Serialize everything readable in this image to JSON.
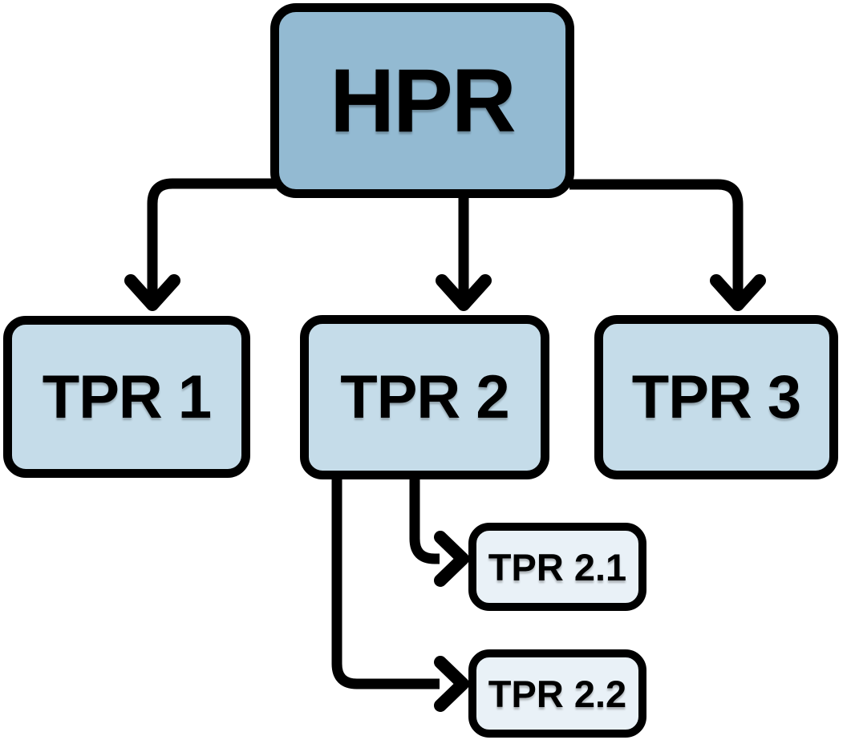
{
  "diagram": {
    "type": "hierarchy-tree",
    "background_color": "#ffffff",
    "stroke_color": "#000000",
    "nodes": {
      "root": {
        "label": "HPR",
        "fill": "#93bad2",
        "level": 0
      },
      "tpr1": {
        "label": "TPR 1",
        "fill": "#c5dce9",
        "level": 1
      },
      "tpr2": {
        "label": "TPR 2",
        "fill": "#c5dce9",
        "level": 1
      },
      "tpr3": {
        "label": "TPR 3",
        "fill": "#c5dce9",
        "level": 1
      },
      "tpr21": {
        "label": "TPR 2.1",
        "fill": "#e9f1f7",
        "level": 2
      },
      "tpr22": {
        "label": "TPR 2.2",
        "fill": "#e9f1f7",
        "level": 2
      }
    },
    "edges": [
      {
        "from": "HPR",
        "to": "TPR 1",
        "style": "elbow-down-arrow"
      },
      {
        "from": "HPR",
        "to": "TPR 2",
        "style": "straight-down-arrow"
      },
      {
        "from": "HPR",
        "to": "TPR 3",
        "style": "elbow-down-arrow"
      },
      {
        "from": "TPR 2",
        "to": "TPR 2.1",
        "style": "elbow-right-arrow"
      },
      {
        "from": "TPR 2",
        "to": "TPR 2.2",
        "style": "elbow-right-arrow"
      }
    ]
  }
}
